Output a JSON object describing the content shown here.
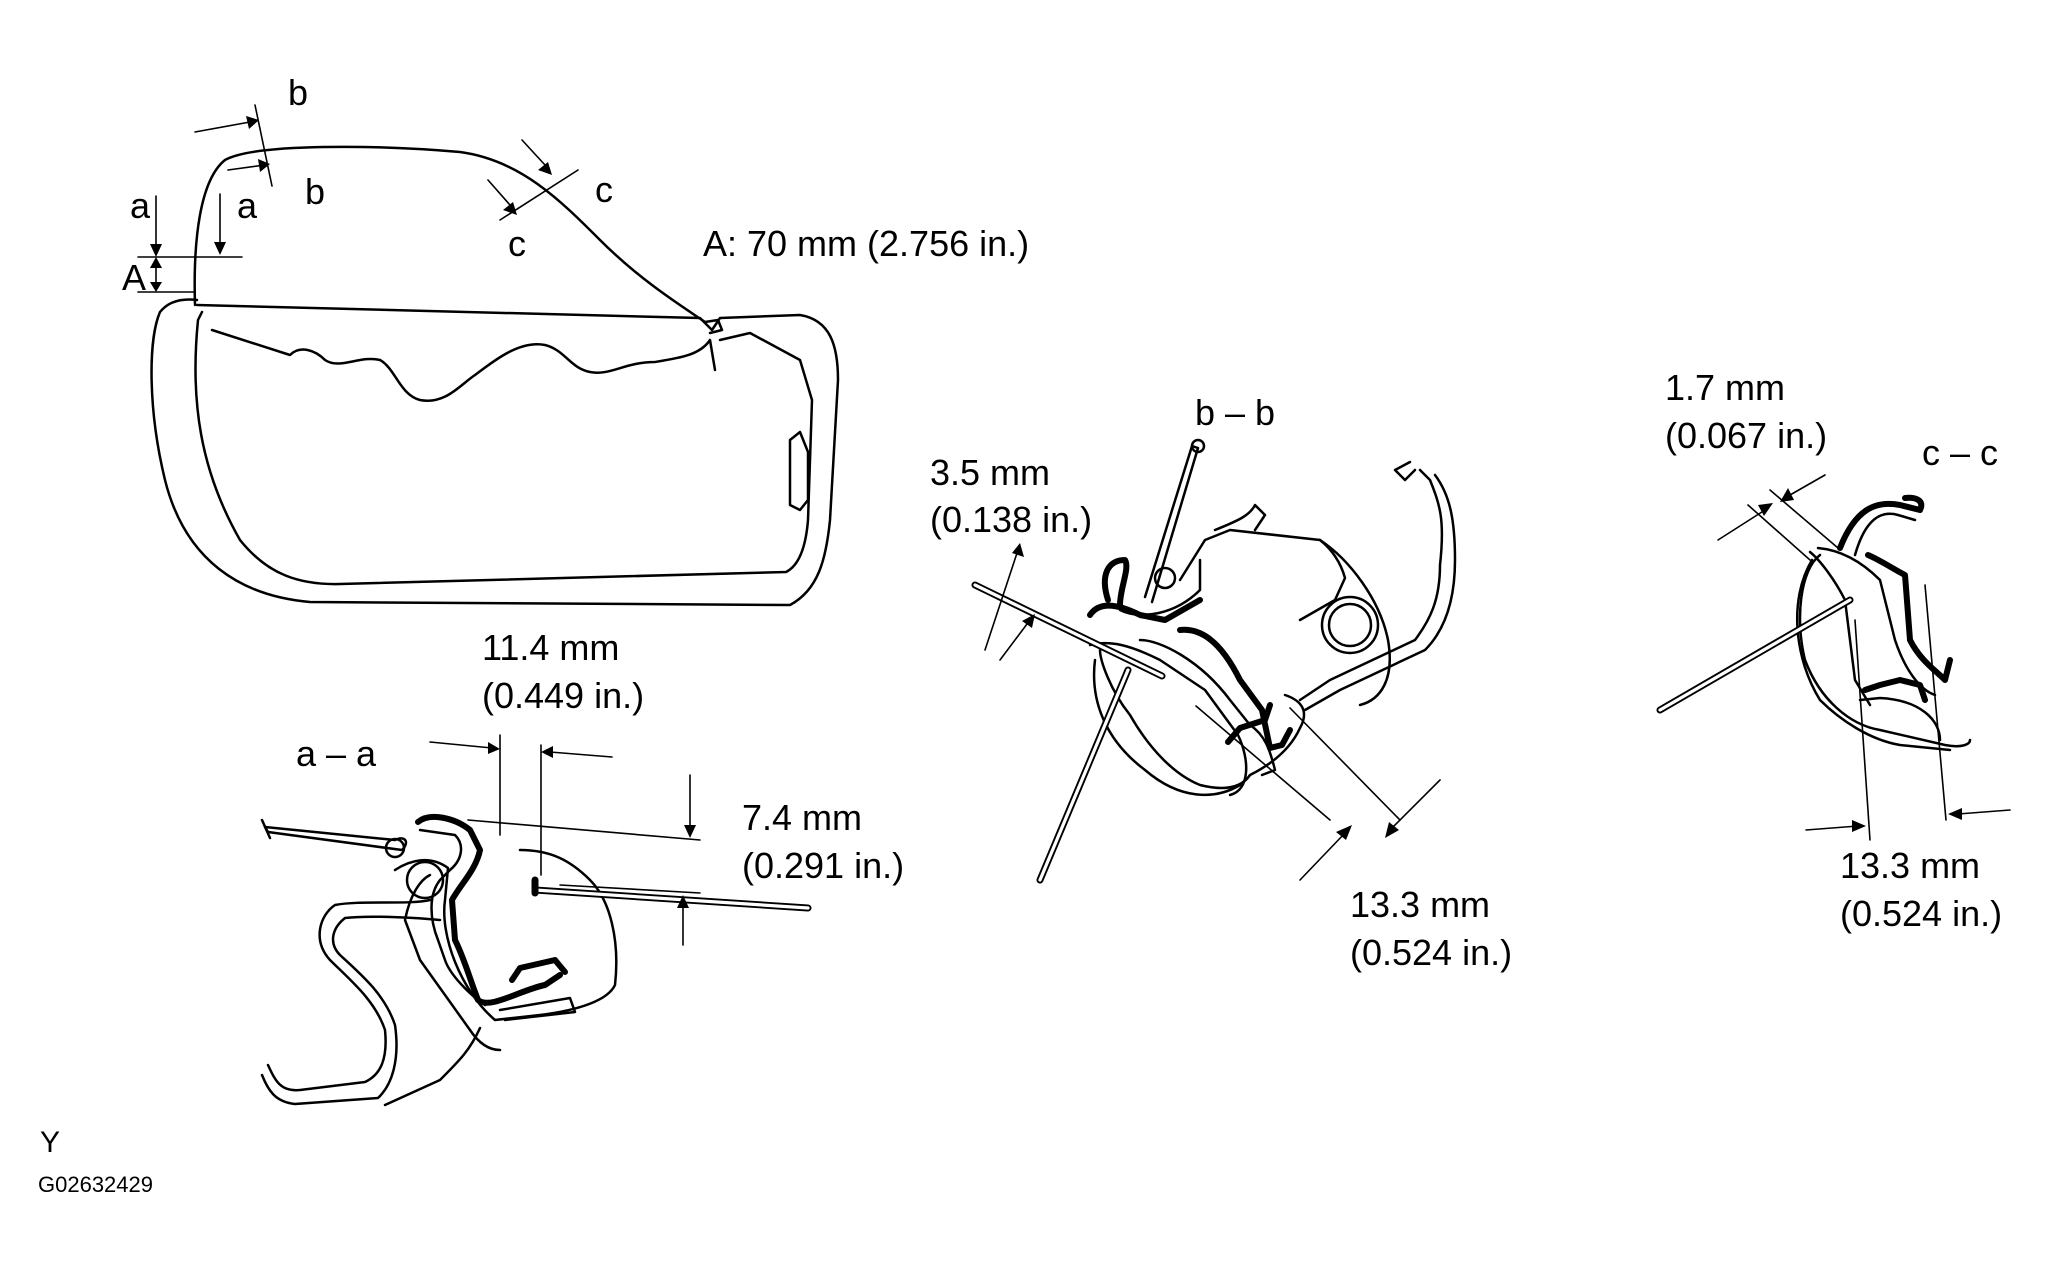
{
  "labels": {
    "b_top": "b",
    "b_mid": "b",
    "a_left": "a",
    "a_mid": "a",
    "A_letter": "A",
    "c_right": "c",
    "c_left": "c",
    "A_spec": "A: 70 mm (2.756 in.)"
  },
  "section_aa": {
    "title": "a – a",
    "dim1_mm": "11.4 mm",
    "dim1_in": "(0.449 in.)",
    "dim2_mm": "7.4 mm",
    "dim2_in": "(0.291 in.)"
  },
  "section_bb": {
    "title": "b – b",
    "dim1_mm": "3.5 mm",
    "dim1_in": "(0.138 in.)",
    "dim2_mm": "13.3 mm",
    "dim2_in": "(0.524 in.)"
  },
  "section_cc": {
    "title": "c – c",
    "dim1_mm": "1.7 mm",
    "dim1_in": "(0.067 in.)",
    "dim2_mm": "13.3 mm",
    "dim2_in": "(0.524 in.)"
  },
  "footer": {
    "corner_letter": "Y",
    "figure_code": "G02632429"
  }
}
